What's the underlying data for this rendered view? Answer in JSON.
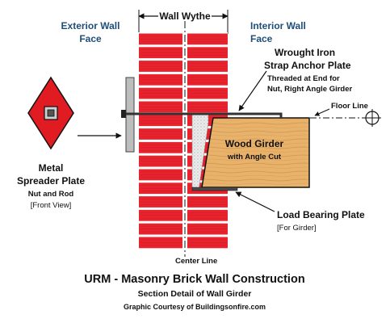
{
  "labels": {
    "wall_wythe": "Wall Wythe",
    "exterior_line1": "Exterior Wall",
    "exterior_line2": "Face",
    "interior_line1": "Interior Wall",
    "interior_line2": "Face",
    "wrought_line1": "Wrought Iron",
    "wrought_line2": "Strap Anchor Plate",
    "wrought_line3": "Threaded at End for",
    "wrought_line4": "Nut, Right Angle Girder",
    "floor_line": "Floor Line",
    "girder_line1": "Wood Girder",
    "girder_line2": "with Angle Cut",
    "spreader_line1": "Metal",
    "spreader_line2": "Spreader Plate",
    "spreader_line3": "Nut and Rod",
    "spreader_line4": "[Front View]",
    "bearing_line1": "Load Bearing Plate",
    "bearing_line2": "[For Girder]",
    "center_line": "Center Line",
    "title": "URM - Masonry Brick Wall Construction",
    "subtitle": "Section Detail of Wall Girder",
    "credit": "Graphic Courtesy  of Buildingsonfire.com"
  },
  "colors": {
    "brick": "#e8232e",
    "mortar": "#ffffff",
    "wood": "#e8b26a",
    "label_blue": "#1f4e79",
    "steel": "#9a9a9a",
    "diamond": "#e01b22"
  },
  "icons": {
    "floor_line_symbol": "crosshair-circle-icon"
  }
}
